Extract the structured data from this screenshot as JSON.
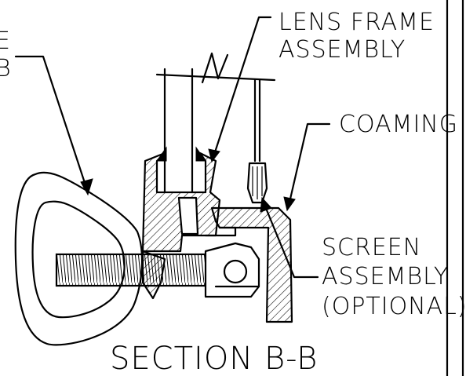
{
  "labels": {
    "partial_top_1": "E",
    "partial_top_2": "B",
    "lens_frame_1": "LENS FRAME",
    "lens_frame_2": "ASSEMBLY",
    "coaming": "COAMING",
    "screen_1": "SCREEN",
    "screen_2": "ASSEMBLY",
    "screen_3": "(OPTIONAL)",
    "section": "SECTION B-B"
  }
}
